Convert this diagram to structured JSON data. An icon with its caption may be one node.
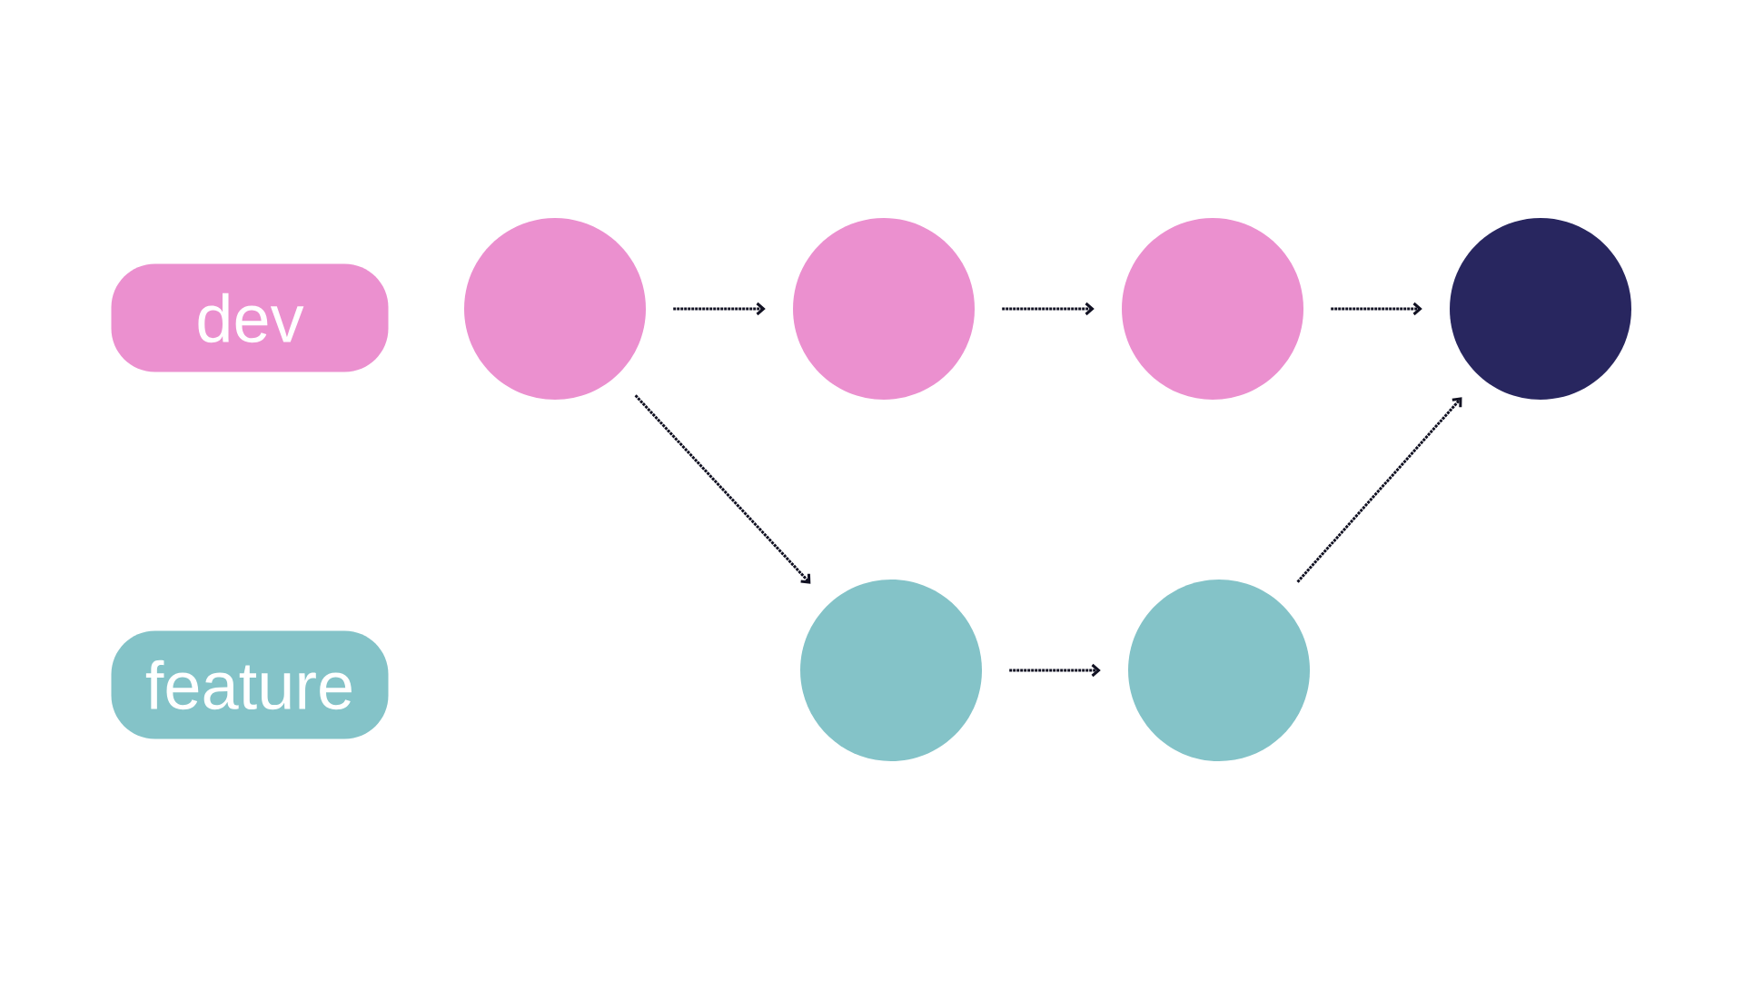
{
  "diagram": {
    "nodes": [
      {
        "text": [
          "dev"
        ]
      },
      {
        "text": [
          "feature"
        ]
      },
      {
        "text": [],
        "shape": "circle"
      },
      {
        "text": [],
        "shape": "circle"
      },
      {
        "text": [],
        "shape": "circle"
      },
      {
        "text": [],
        "shape": "circle"
      },
      {
        "text": [],
        "shape": "circle"
      },
      {
        "text": [],
        "shape": "circle"
      }
    ],
    "edges": [
      {
        "from": 2,
        "to": 3,
        "arrow": "to"
      },
      {
        "from": 3,
        "to": 4,
        "arrow": "to"
      },
      {
        "from": 4,
        "to": 5,
        "arrow": "to"
      },
      {
        "from": 2,
        "to": 6,
        "arrow": "to"
      },
      {
        "from": 6,
        "to": 7,
        "arrow": "to"
      },
      {
        "from": 7,
        "to": 5,
        "arrow": "to"
      }
    ]
  }
}
